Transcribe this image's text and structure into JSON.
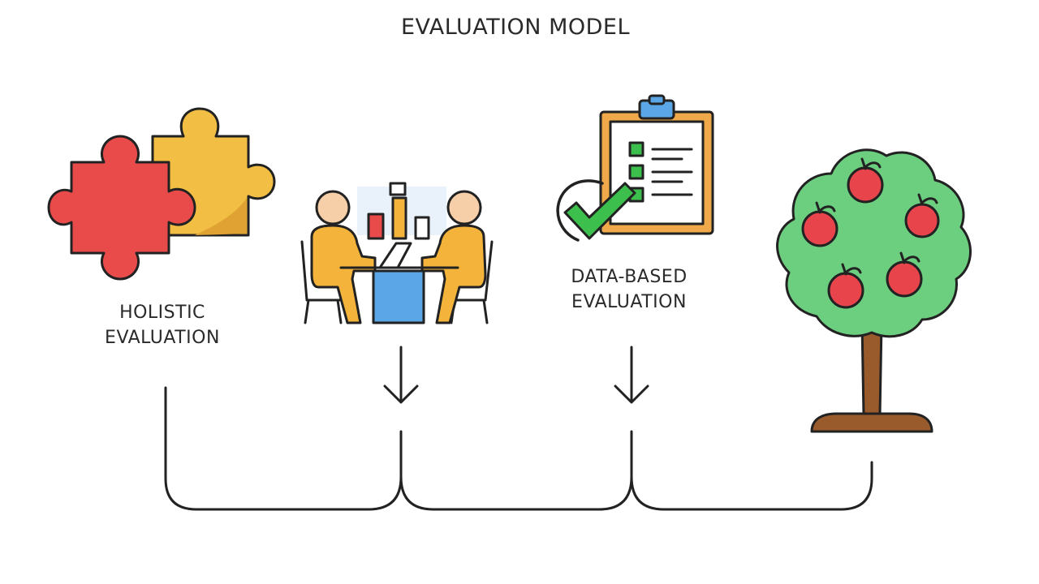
{
  "title": "EVALUATION MODEL",
  "holistic": {
    "line1": "HOLISTIC",
    "line2": "EVALUATION"
  },
  "data_based": {
    "line1": "DATA-BASED",
    "line2": "EVALUATION"
  },
  "colors": {
    "puzzle_red": "#e94b4b",
    "puzzle_yellow": "#f2bf44",
    "person_orange": "#f4b43c",
    "skin": "#f6cfa8",
    "table_blue": "#5aa6e6",
    "clipboard_orange": "#f0a94a",
    "check_green": "#3cbf4c",
    "tree_green": "#6ccf7f",
    "apple_red": "#e8444c",
    "trunk_brown": "#9a5b2c",
    "outline": "#222222"
  },
  "icons": [
    "puzzle-icon",
    "meeting-icon",
    "clipboard-checklist-icon",
    "apple-tree-icon"
  ]
}
